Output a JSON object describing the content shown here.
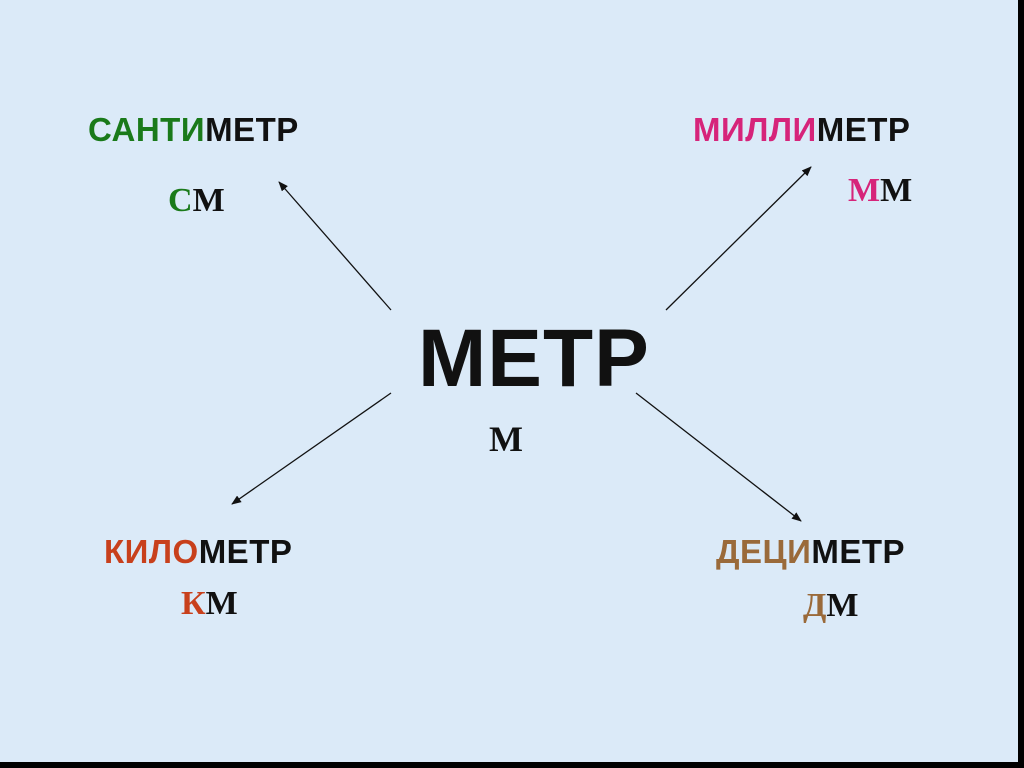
{
  "center": {
    "term": "МЕТР",
    "abbr": "М"
  },
  "units": {
    "centimeter": {
      "prefix": "САНТИ",
      "root": "МЕТР",
      "abbr_prefix": "С",
      "abbr_root": "М",
      "color": "#1a7a1a"
    },
    "millimeter": {
      "prefix": "МИЛЛИ",
      "root": "МЕТР",
      "abbr_prefix": "М",
      "abbr_root": "М",
      "color": "#d6247a"
    },
    "kilometer": {
      "prefix": "КИЛО",
      "root": "МЕТР",
      "abbr_prefix": "К",
      "abbr_root": "М",
      "color": "#c8401c"
    },
    "decimeter": {
      "prefix": "ДЕЦИ",
      "root": "МЕТР",
      "abbr_prefix": "Д",
      "abbr_root": "М",
      "color": "#9a6a3a"
    }
  }
}
